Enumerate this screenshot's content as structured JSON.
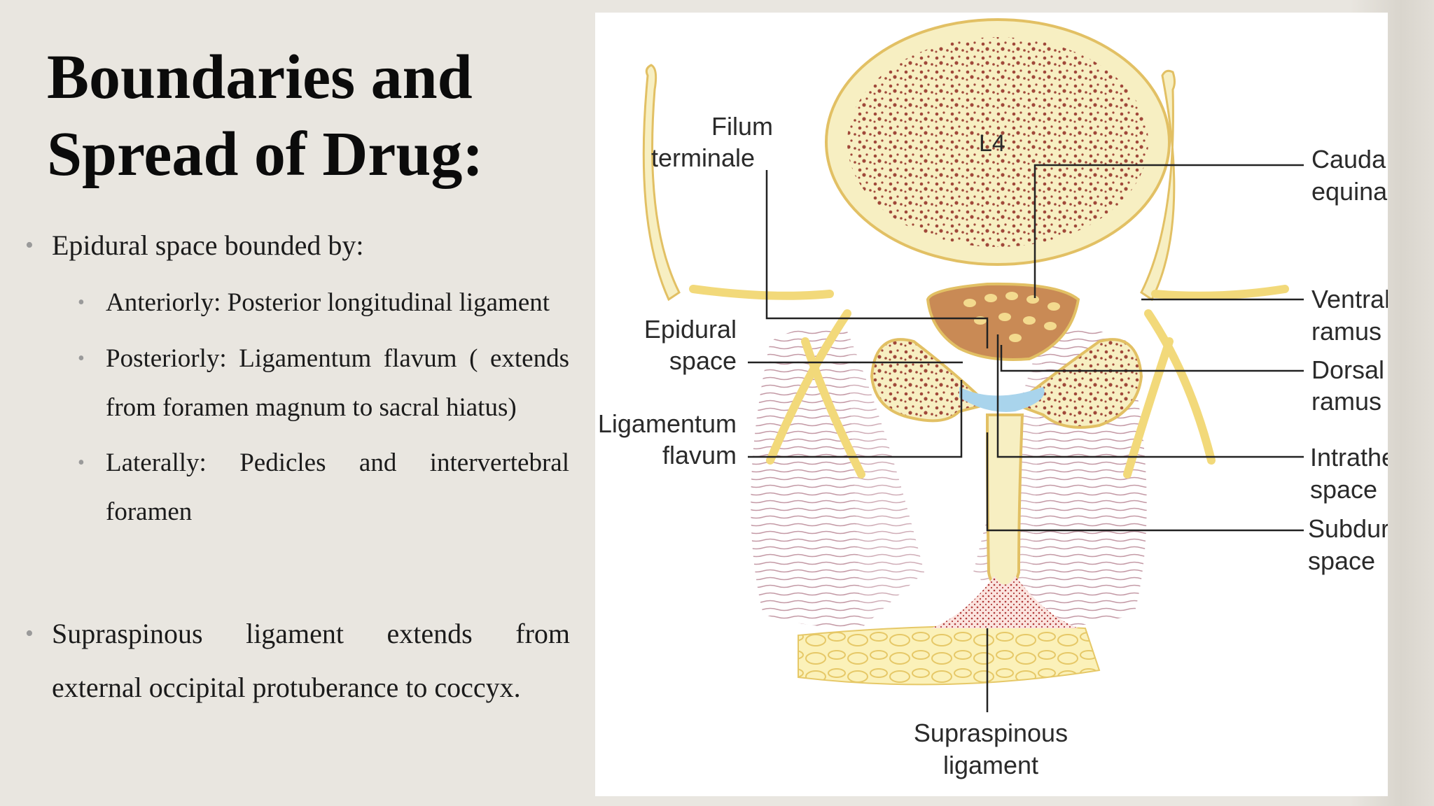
{
  "slide": {
    "title_line1": "Boundaries and",
    "title_line2": "Spread of Drug:",
    "bullet1": "Epidural space bounded by:",
    "sub1": "Anteriorly: Posterior longitudinal ligament",
    "sub2_line1": "Posteriorly: Ligamentum flavum ( extends",
    "sub2_line2": "from foramen magnum to sacral hiatus)",
    "sub3_line1": "Laterally: Pedicles and intervertebral",
    "sub3_line2": "foramen",
    "bullet2_line1": "Supraspinous ligament extends from",
    "bullet2_line2": "external occipital protuberance to coccyx."
  },
  "figure": {
    "vertebra_label": "L4",
    "labels": {
      "filum_1": "Filum",
      "filum_2": "terminale",
      "cauda_1": "Cauda",
      "cauda_2": "equina",
      "ventral_1": "Ventral",
      "ventral_2": "ramus",
      "epidural_1": "Epidural",
      "epidural_2": "space",
      "dorsal_1": "Dorsal",
      "dorsal_2": "ramus",
      "flavum_1": "Ligamentum",
      "flavum_2": "flavum",
      "intrathecal_1": "Intrathecal",
      "intrathecal_2": "space",
      "subdural_1": "Subdural",
      "subdural_2": "space",
      "supra_1": "Supraspinous",
      "supra_2": "ligament"
    },
    "colors": {
      "bone": "#f7efc2",
      "bone_outline": "#e2c064",
      "cancellous": "#a0483a",
      "dura": "#c98a55",
      "epidural_fat": "#a9d4ec",
      "muscle_lines": "#c49aa6"
    }
  }
}
